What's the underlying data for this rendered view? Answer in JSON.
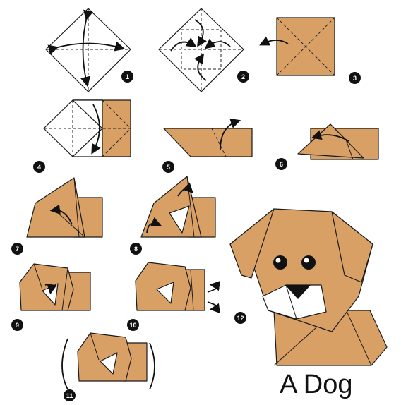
{
  "title": "A Dog",
  "steps": [
    "1",
    "2",
    "3",
    "4",
    "5",
    "6",
    "7",
    "8",
    "9",
    "10",
    "11",
    "12"
  ],
  "colors": {
    "paper": "#d9a066",
    "ink": "#111111",
    "background": "#ffffff"
  }
}
